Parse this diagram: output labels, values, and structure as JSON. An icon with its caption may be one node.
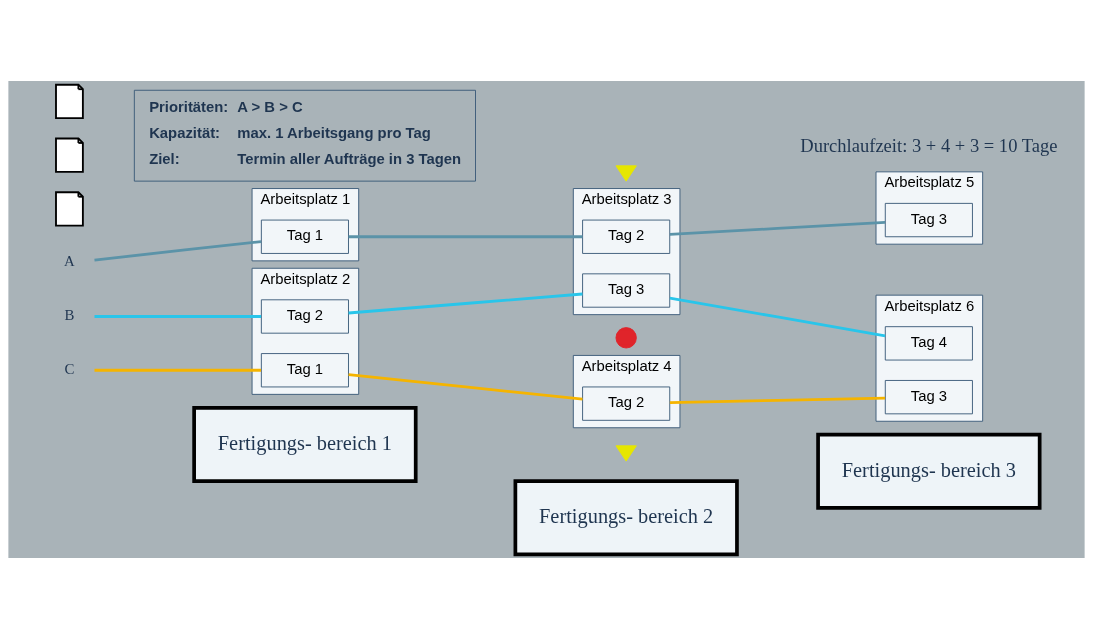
{
  "diagram": {
    "nodes": [
      {
        "text": [
          "Fertigungs- bereich 1"
        ]
      },
      {
        "text": [
          "Fertigungs- bereich 2"
        ]
      },
      {
        "text": [
          "Fertigungs- bereich 3"
        ]
      },
      {
        "text": [
          "Arbeitsplatz 1"
        ]
      },
      {
        "text": [
          "Tag 1"
        ],
        "in": 3
      },
      {
        "text": [
          "Arbeitsplatz 3"
        ]
      },
      {
        "text": [
          "Tag 2"
        ],
        "in": 5
      },
      {
        "text": [
          "Tag 3"
        ],
        "in": 5
      },
      {
        "text": [
          "Arbeitsplatz 5"
        ]
      },
      {
        "text": [
          "Tag 3"
        ],
        "in": 8
      },
      {
        "text": [],
        "shape": "check"
      },
      {
        "text": [],
        "shape": "picture"
      },
      {
        "text": [
          "A"
        ]
      },
      {
        "text": [
          "Arbeitsplatz 2"
        ]
      },
      {
        "text": [
          "Tag 2"
        ],
        "in": 13
      },
      {
        "text": [
          "Tag 1"
        ],
        "in": 13
      },
      {
        "text": [
          "Arbeitsplatz 4"
        ]
      },
      {
        "text": [
          "Tag 2"
        ],
        "in": 16
      },
      {
        "text": [
          "Arbeitsplatz 6"
        ]
      },
      {
        "text": [
          "Tag 4"
        ],
        "in": 18
      },
      {
        "text": [
          "Tag 3"
        ],
        "in": 18
      },
      {
        "text": [],
        "shape": "cross"
      },
      {
        "text": [],
        "shape": "check"
      },
      {
        "text": [],
        "shape": "picture"
      },
      {
        "text": [
          "B"
        ]
      },
      {
        "text": [],
        "shape": "picture"
      },
      {
        "text": [
          "C"
        ]
      },
      {
        "text": [
          "Prioritäten:",
          "A > B > C",
          "Kapazität:",
          "max. 1 Arbeitsgang pro Tag",
          "Ziel:",
          "Termin aller Aufträge in 3 Tagen"
        ]
      }
    ],
    "edges": [
      {
        "from": 12,
        "to": 4,
        "arrow": "none",
        "color": "#5b93a8"
      },
      {
        "from": 4,
        "to": 6,
        "arrow": "none",
        "color": "#5b93a8"
      },
      {
        "from": 6,
        "to": 9,
        "arrow": "none",
        "color": "#5b93a8"
      },
      {
        "from": 24,
        "to": 14,
        "arrow": "none",
        "color": "#29c5ea"
      },
      {
        "from": 14,
        "to": 7,
        "arrow": "none",
        "color": "#29c5ea"
      },
      {
        "from": 7,
        "to": 19,
        "arrow": "none",
        "color": "#29c5ea"
      },
      {
        "from": 26,
        "to": 15,
        "arrow": "none",
        "color": "#f5b400"
      },
      {
        "from": 15,
        "to": 17,
        "arrow": "none",
        "color": "#f5b400"
      },
      {
        "from": 17,
        "to": 20,
        "arrow": "none",
        "color": "#f5b400"
      }
    ],
    "labels": [
      "Durchlaufzeit: 3 + 4 + 3 = 10 Tage"
    ]
  }
}
